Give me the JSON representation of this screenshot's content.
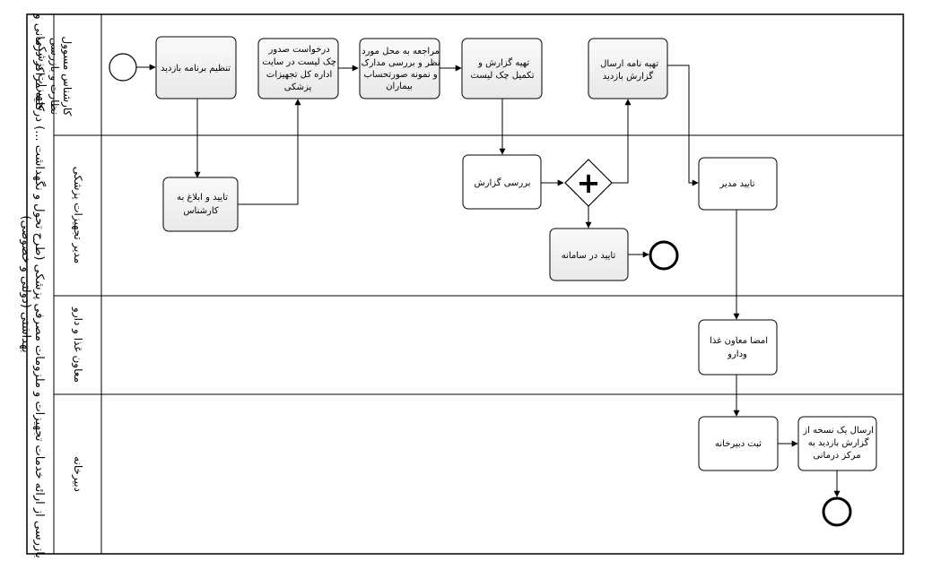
{
  "pool": {
    "title_line1": "بازرسی از ارائه خدمات تجهیزات و ملزومات مصرفی پزشکی (طرح تحول و نگهداشت ...) درکلیه مراکز درمانی و",
    "title_line2": "بهداشتی (دولتی و خصوصی)"
  },
  "lanes": [
    {
      "line1": "کارشناس مسوول",
      "line2": "نظارت و بازرسی",
      "line3": "تجهیزات پزشکی"
    },
    {
      "line1": "مدیر تجهیزات پزشکی",
      "line2": "",
      "line3": ""
    },
    {
      "line1": "معاون غذا و دارو",
      "line2": "",
      "line3": ""
    },
    {
      "line1": "دبیرخانه",
      "line2": "",
      "line3": ""
    }
  ],
  "tasks": {
    "t1": [
      "تنظیم برنامه بازدید"
    ],
    "t2": [
      "درخواست صدور",
      "چک لیست در سایت",
      "اداره کل تجهیزات",
      "پزشکی"
    ],
    "t3": [
      "مراجعه به محل مورد",
      "نظر و بررسی مدارک",
      "و نمونه صورتحساب",
      "بیماران"
    ],
    "t4": [
      "تهیه گزارش و",
      "تکمیل چک لیست"
    ],
    "t5": [
      "تهیه نامه ارسال",
      "گزارش بازدید"
    ],
    "t6": [
      "تایید و ابلاغ به",
      "کارشناس"
    ],
    "t7": [
      "بررسی گزارش"
    ],
    "t8": [
      "تایید در سامانه"
    ],
    "t9": [
      "تایید مدیر"
    ],
    "t10": [
      "امضا معاون غذا",
      "ودارو"
    ],
    "t11": [
      "ثبت دبیرخانه"
    ],
    "t12": [
      "ارسال یک نسخه از",
      "گزارش بازدید به",
      "مرکز درمانی"
    ]
  },
  "gateway_symbol": "+"
}
